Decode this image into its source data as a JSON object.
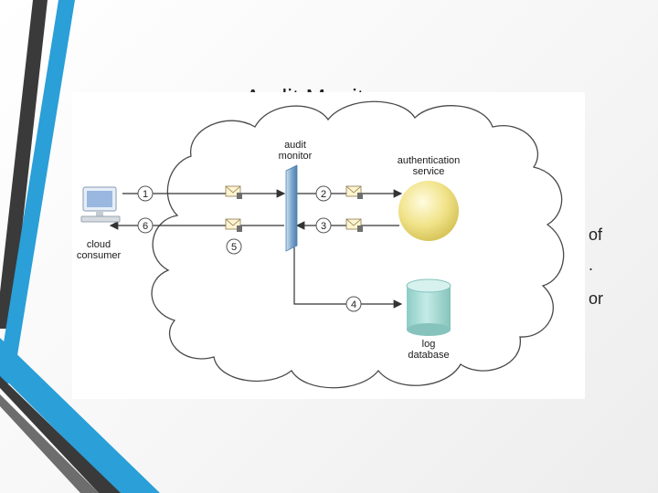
{
  "slide": {
    "title_fragment": "Audit Monitor",
    "background_text": [
      "of",
      ".",
      "or"
    ]
  },
  "diagram": {
    "nodes": {
      "cloud_consumer": "cloud\nconsumer",
      "audit_monitor": "audit\nmonitor",
      "authentication_service": "authentication\nservice",
      "log_database": "log\ndatabase"
    },
    "steps": [
      "1",
      "2",
      "3",
      "4",
      "5",
      "6"
    ]
  },
  "colors": {
    "accent_blue": "#2a9fd8",
    "dark_stripe": "#3a3a3a",
    "sphere": "#f1e38a",
    "cylinder": "#9fd5cf",
    "monitor_bar": "#7ea8cf"
  }
}
